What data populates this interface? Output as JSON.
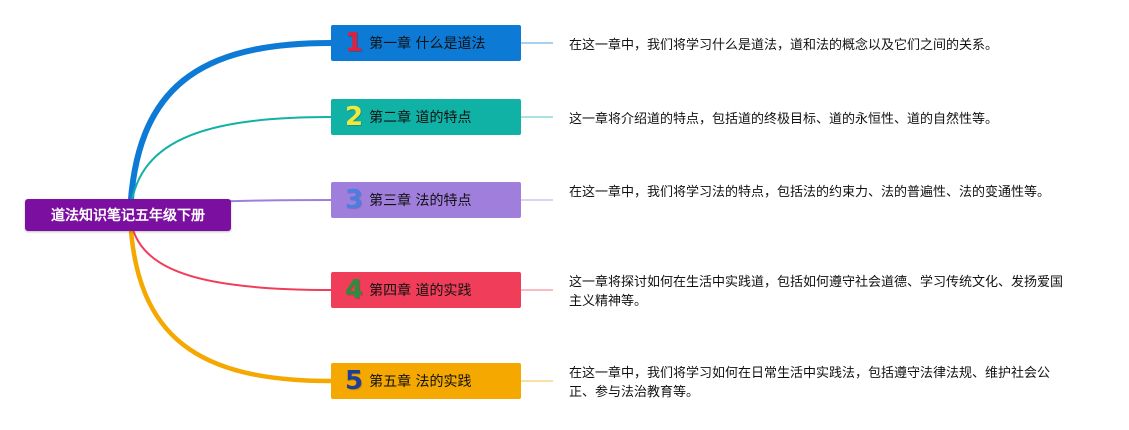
{
  "root": {
    "label": "道法知识笔记五年级下册",
    "color": "#7b0fa0"
  },
  "chapters": [
    {
      "num": "1",
      "title": "第一章 什么是道法",
      "desc": "在这一章中，我们将学习什么是道法，道和法的概念以及它们之间的关系。",
      "color": "#0d7bd6",
      "num_color": "#e0203c"
    },
    {
      "num": "2",
      "title": "第二章 道的特点",
      "desc": "这一章将介绍道的特点，包括道的终极目标、道的永恒性、道的自然性等。",
      "color": "#10b2a6",
      "num_color": "#f2e83a"
    },
    {
      "num": "3",
      "title": "第三章 法的特点",
      "desc": "在这一章中，我们将学习法的特点，包括法的约束力、法的普遍性、法的变通性等。",
      "color": "#a07fdc",
      "num_color": "#4a7fe0"
    },
    {
      "num": "4",
      "title": "第四章 道的实践",
      "desc": "这一章将探讨如何在生活中实践道，包括如何遵守社会道德、学习传统文化、发扬爱国主义精神等。",
      "color": "#f03e5a",
      "num_color": "#2a8f3c"
    },
    {
      "num": "5",
      "title": "第五章 法的实践",
      "desc": "在这一章中，我们将学习如何在日常生活中实践法，包括遵守法律法规、维护社会公正、参与法治教育等。",
      "color": "#f4a800",
      "num_color": "#1e3f99"
    }
  ]
}
